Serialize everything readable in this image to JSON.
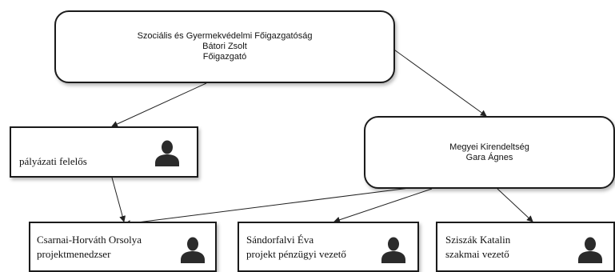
{
  "top_node": {
    "line1": "Szociális és Gyermekvédelmi Főigazgatóság",
    "line2": "Bátori Zsolt",
    "line3": "Főigazgató"
  },
  "regional_node": {
    "line1": "Megyei Kirendeltség",
    "line2": "Gara Ágnes"
  },
  "grant_node": {
    "line1": "pályázati felelős"
  },
  "bottom_nodes": [
    {
      "line1": "Csarnai-Horváth Orsolya",
      "line2": "projektmenedzser"
    },
    {
      "line1": "Sándorfalvi Éva",
      "line2": "projekt pénzügyi vezető"
    },
    {
      "line1": "Sziszák Katalin",
      "line2": "szakmai vezető"
    }
  ],
  "icons": {
    "person": "person-silhouette-icon"
  },
  "colors": {
    "border": "#1b1b1b",
    "line": "#222222",
    "icon": "#2b2b2b"
  }
}
